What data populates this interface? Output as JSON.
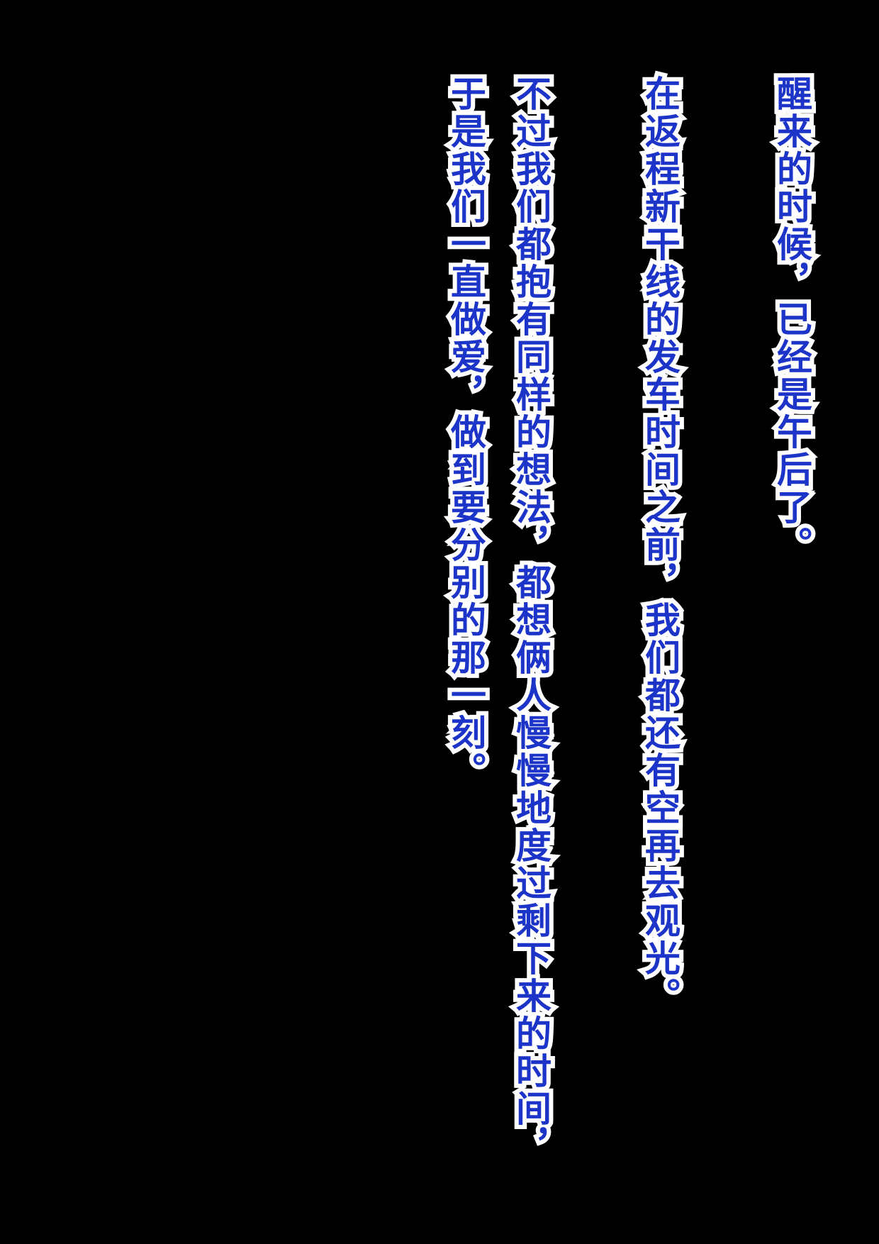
{
  "narration": {
    "lines": [
      "醒来的时候，已经是午后了。",
      "在返程新干线的发车时间之前，我们都还有空再去观光。",
      "不过我们都抱有同样的想法，都想俩人慢慢地度过剩下来的时间，",
      "于是我们一直做爱，做到要分别的那一刻。"
    ],
    "text_color": "#1d34c8",
    "outline_color": "#ffffff",
    "background_color": "#000000"
  }
}
